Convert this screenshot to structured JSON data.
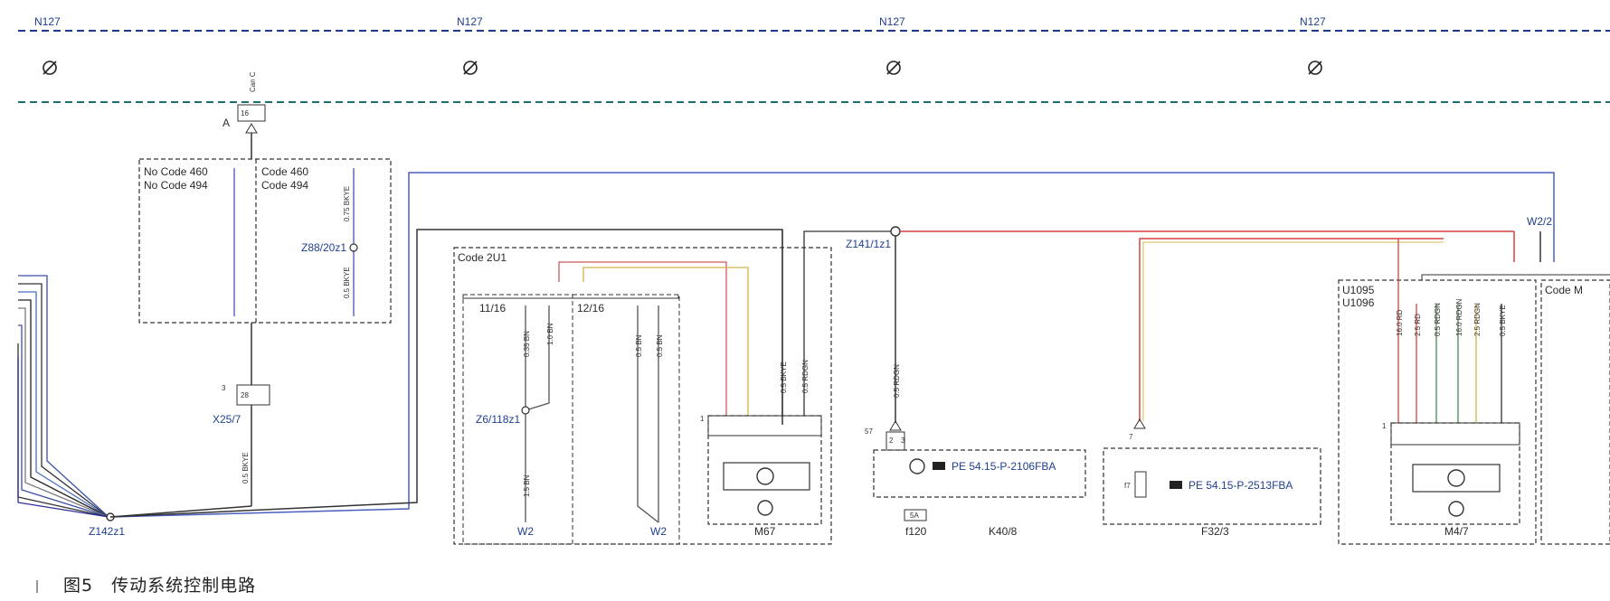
{
  "buses": {
    "n127": "N127"
  },
  "connectors": {
    "a": "A",
    "pin16": "16",
    "pin_c": "Can C",
    "x25_7": "X25/7",
    "x25_pin3": "3",
    "x25_pin28": "28",
    "z142": "Z142z1",
    "z88": "Z88/20z1",
    "z6": "Z6/118z1",
    "z141": "Z141/1z1",
    "w2": "W2",
    "w22": "W2/2"
  },
  "code_boxes": {
    "no_code_460": "No Code 460",
    "no_code_494": "No Code 494",
    "code_460": "Code 460",
    "code_494": "Code 494",
    "code_2u1": "Code 2U1",
    "u1095": "U1095",
    "u1096": "U1096",
    "code_m": "Code M"
  },
  "branches": {
    "b1": "11/16",
    "b2": "12/16"
  },
  "components": {
    "m67": "M67",
    "k40": "K40/8",
    "f32": "F32/3",
    "m47": "M4/7",
    "f120": "f120",
    "f7": "f7",
    "k40_pin57": "57",
    "k40_pin2": "2",
    "k40_pin3": "3",
    "f32_pin7": "7",
    "m67_pin1": "1",
    "m47_pin1": "1",
    "f120_rating": "5A"
  },
  "refs": {
    "pe_k40": "PE 54.15-P-2106FBA",
    "pe_f32": "PE 54.15-P-2513FBA"
  },
  "wires": {
    "bkye_05": "0.5 BKYE",
    "bkye_075": "0.75 BKYE",
    "bn_035": "0.35 BN",
    "bn_10": "1.0 BN",
    "bn_05": "0.5 BN",
    "bn_15": "1.5 BN",
    "rdgn_05": "0.5 RDGN",
    "rd_16": "16.0 RD",
    "rd_25": "2.5 RD",
    "rdgn_16": "16.0 RDGN",
    "rdgn_25": "2.5 RDGN"
  },
  "caption": "图5　传动系统控制电路"
}
